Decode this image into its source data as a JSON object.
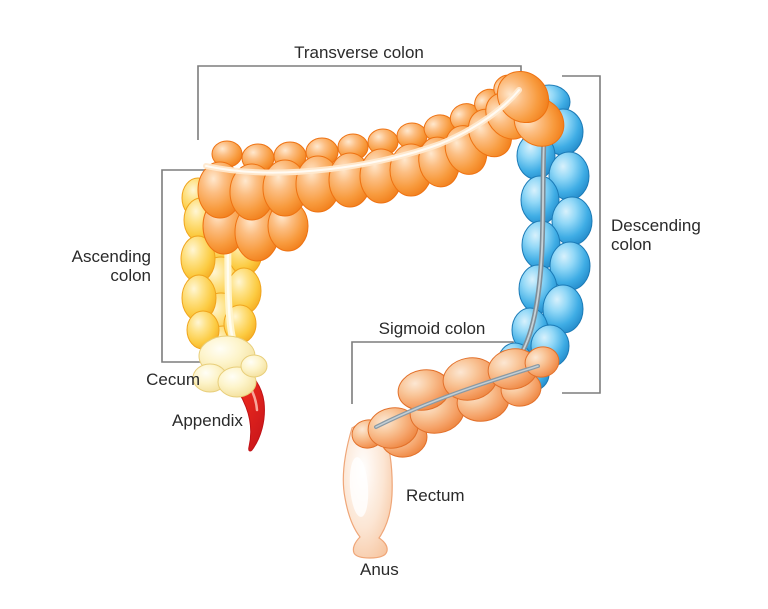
{
  "labels": {
    "transverse_colon": "Transverse colon",
    "ascending_colon": {
      "line1": "Ascending",
      "line2": "colon"
    },
    "cecum": "Cecum",
    "appendix": "Appendix",
    "sigmoid_colon": "Sigmoid colon",
    "rectum": "Rectum",
    "anus": "Anus",
    "descending_colon": {
      "line1": "Descending",
      "line2": "colon"
    }
  },
  "colors": {
    "background": "#FFFFFF",
    "label_text": "#2A2A2A",
    "bracket_line": "#7D7D7D",
    "transverse_colon": "#F89B3E",
    "ascending_colon": "#FCCB42",
    "descending_colon": "#3FADE5",
    "sigmoid_colon": "#F5A166",
    "cecum": "#FDF4CA",
    "appendix": "#EE2A1E",
    "rectum": "#FBE2CE",
    "taenia_coli_line": "#7E8E99",
    "taenia_coli_highlight": "#FFF4CC"
  }
}
